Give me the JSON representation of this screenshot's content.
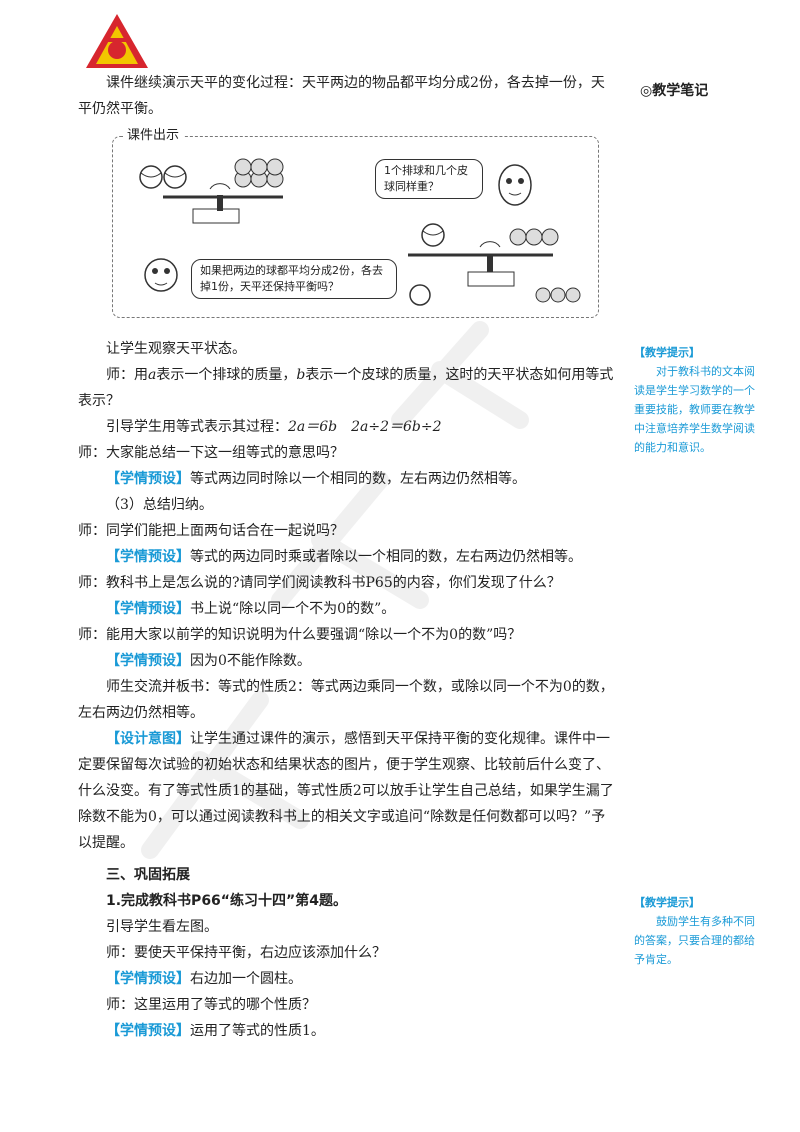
{
  "sidebar": {
    "title": "◎教学笔记",
    "tips": [
      {
        "heading": "【教学提示】",
        "body": "对于教科书的文本阅读是学生学习数学的一个重要技能，教师要在教学中注意培养学生数学阅读的能力和意识。"
      },
      {
        "heading": "【教学提示】",
        "body": "鼓励学生有多种不同的答案，只要合理的都给予肯定。"
      }
    ]
  },
  "intro": "课件继续演示天平的变化过程：天平两边的物品都平均分成2份，各去掉一份，天平仍然平衡。",
  "courseware": {
    "label": "课件出示",
    "bubble_question": "1个排球和几个皮球同样重？",
    "bubble_hint": "如果把两边的球都平均分成2份，各去掉1份，天平还保持平衡吗？"
  },
  "lines": {
    "l1": "让学生观察天平状态。",
    "l2a": "师：用",
    "l2_var_a": "a",
    "l2b": "表示一个排球的质量，",
    "l2_var_b": "b",
    "l2c": "表示一个皮球的质量，这时的天平状态如何用等式表示？",
    "l3": "引导学生用等式表示其过程：",
    "eq1": "2a＝6b",
    "eq2": "2a÷2＝6b÷2",
    "l4": "师：大家能总结一下这一组等式的意思吗？",
    "tag": "【学情预设】",
    "design_tag": "【设计意图】",
    "p1": "等式两边同时除以一个相同的数，左右两边仍然相等。",
    "l5": "（3）总结归纳。",
    "l6": "师：同学们能把上面两句话合在一起说吗？",
    "p2": "等式的两边同时乘或者除以一个相同的数，左右两边仍然相等。",
    "l7": "师：教科书上是怎么说的?请同学们阅读教科书P65的内容，你们发现了什么？",
    "p3": "书上说“除以同一个不为0的数”。",
    "l8": "师：能用大家以前学的知识说明为什么要强调“除以一个不为0的数”吗？",
    "p4": "因为0不能作除数。",
    "l9": "师生交流并板书：等式的性质2：等式两边乘同一个数，或除以同一个不为0的数，左右两边仍然相等。",
    "design": "让学生通过课件的演示，感悟到天平保持平衡的变化规律。课件中一定要保留每次试验的初始状态和结果状态的图片，便于学生观察、比较前后什么变了、什么没变。有了等式性质1的基础，等式性质2可以放手让学生自己总结，如果学生漏了除数不能为0，可以通过阅读教科书上的相关文字或追问“除数是任何数都可以吗？”予以提醒。",
    "section3": "三、巩固拓展",
    "ex1": "1.完成教科书P66“练习十四”第4题。",
    "l10": "引导学生看左图。",
    "l11": "师：要使天平保持平衡，右边应该添加什么？",
    "p5": "右边加一个圆柱。",
    "l12": "师：这里运用了等式的哪个性质？",
    "p6": "运用了等式的性质1。"
  }
}
